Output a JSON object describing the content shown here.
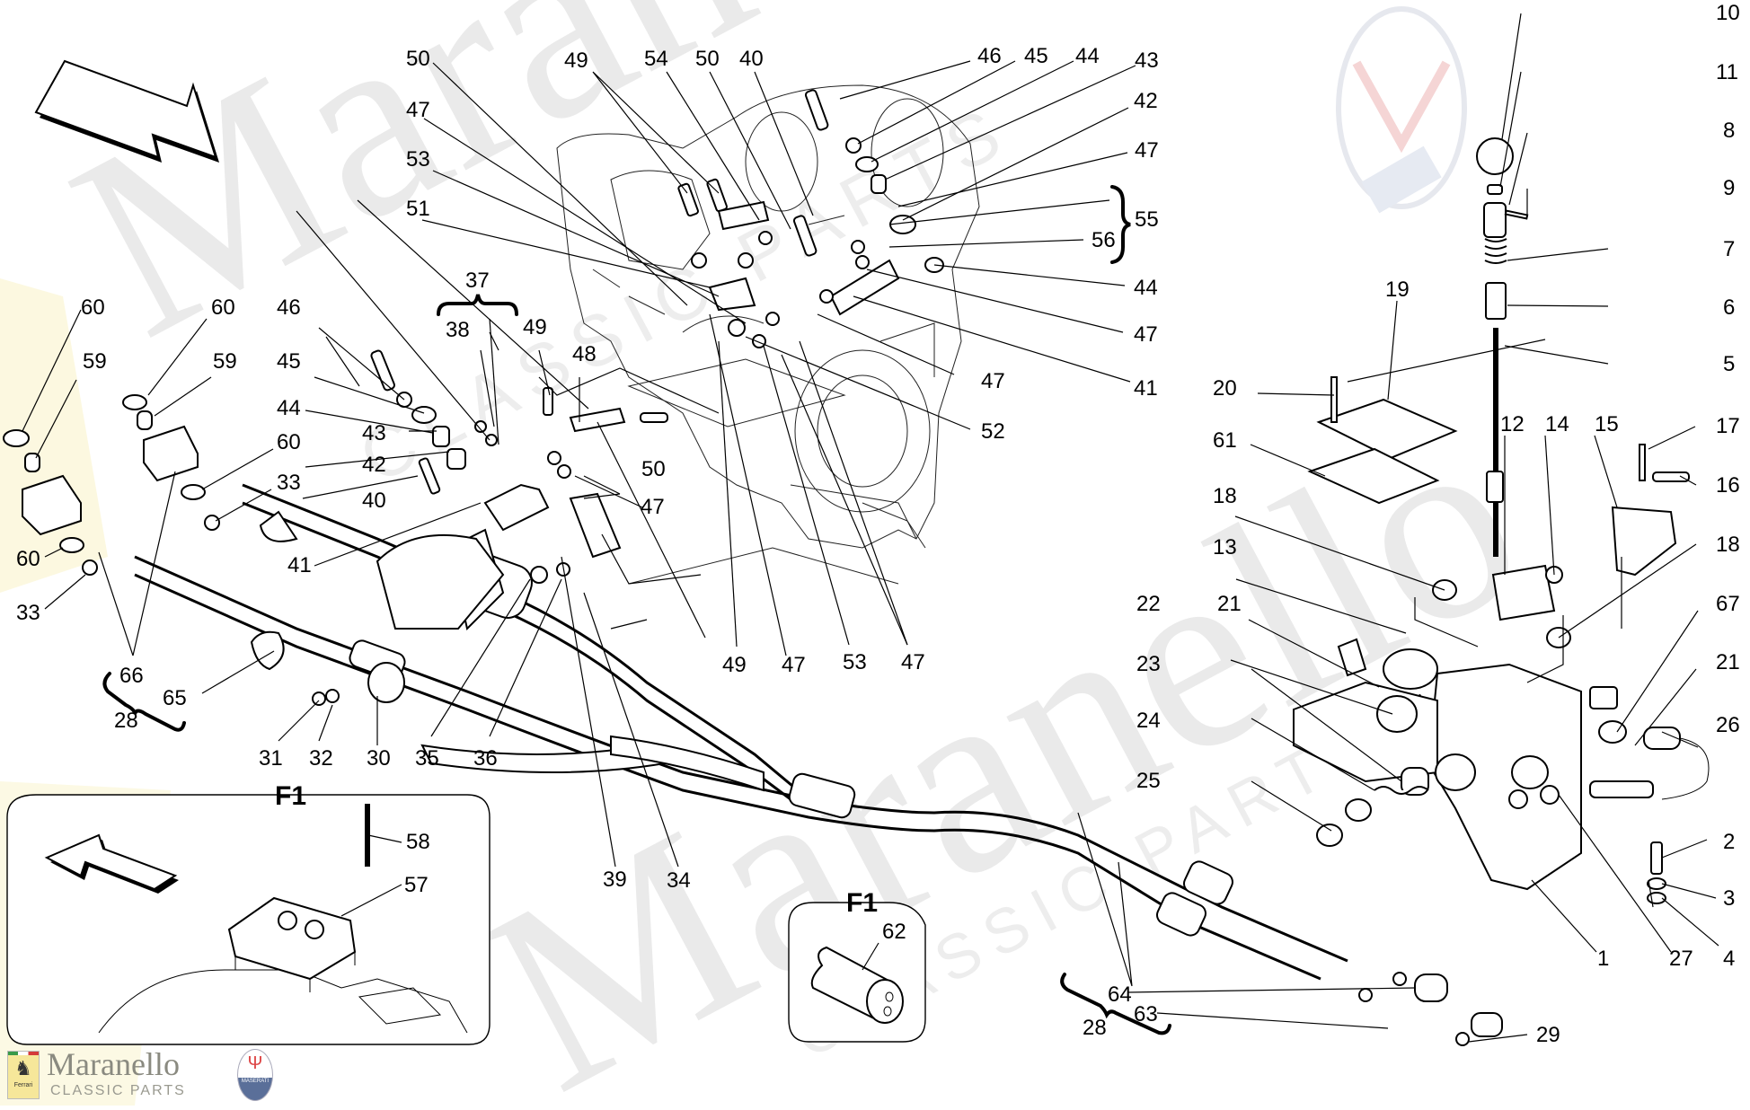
{
  "diagram": {
    "title": "Gear shift mechanism exploded parts diagram",
    "inset_labels": [
      "F1",
      "F1"
    ],
    "callouts": {
      "top_casing": [
        "50",
        "49",
        "54",
        "50",
        "40",
        "46",
        "45",
        "44",
        "43",
        "42",
        "47",
        "55",
        "56",
        "44",
        "47",
        "41",
        "47",
        "53",
        "51",
        "52",
        "47",
        "53",
        "47",
        "49",
        "47",
        "50",
        "48",
        "49",
        "37",
        "38",
        "47"
      ],
      "left_linkage": [
        "46",
        "45",
        "44",
        "43",
        "42",
        "40",
        "41",
        "60",
        "59",
        "60",
        "59",
        "60",
        "33",
        "60",
        "33",
        "66",
        "65",
        "28",
        "31",
        "32",
        "30",
        "35",
        "36",
        "39",
        "34"
      ],
      "right_lever": [
        "10",
        "11",
        "8",
        "9",
        "7",
        "6",
        "5",
        "19",
        "20",
        "61",
        "18",
        "13",
        "12",
        "14",
        "15",
        "17",
        "16",
        "18",
        "67",
        "21",
        "26",
        "22",
        "21",
        "23",
        "24",
        "25",
        "2",
        "3",
        "4",
        "1",
        "27"
      ],
      "cables_end": [
        "64",
        "63",
        "28",
        "29"
      ],
      "f1_insets": [
        "58",
        "57",
        "62"
      ]
    },
    "brand": {
      "name": "Maranello",
      "subtitle": "CLASSIC PARTS",
      "left_badge": "Ferrari",
      "right_badge": "MASERATI"
    },
    "watermark": {
      "main": "Maranello",
      "sub": "CLASSIC PARTS"
    }
  }
}
